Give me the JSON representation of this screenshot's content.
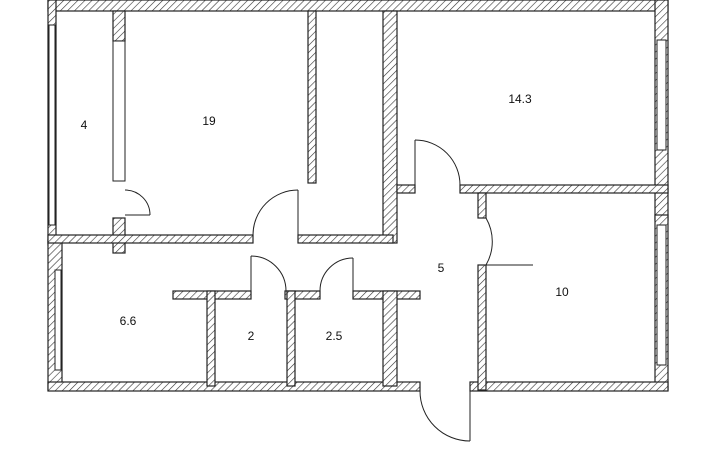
{
  "rooms": [
    {
      "id": "closet",
      "area": "4"
    },
    {
      "id": "bedroom-large",
      "area": "19"
    },
    {
      "id": "bedroom-top-right",
      "area": "14.3"
    },
    {
      "id": "hall",
      "area": "5"
    },
    {
      "id": "bedroom-right",
      "area": "10"
    },
    {
      "id": "kitchen",
      "area": "6.6"
    },
    {
      "id": "bathroom",
      "area": "2"
    },
    {
      "id": "toilet",
      "area": "2.5"
    }
  ],
  "colors": {
    "wall_stroke": "#222222",
    "background": "#ffffff"
  }
}
